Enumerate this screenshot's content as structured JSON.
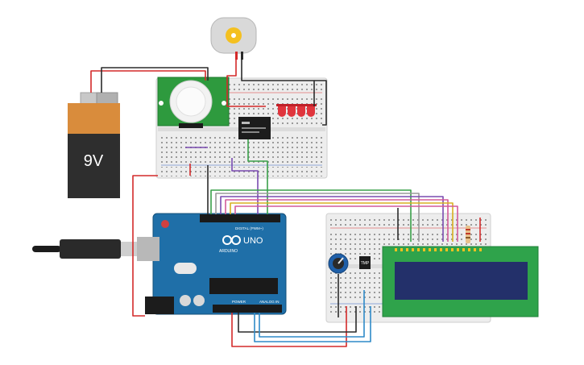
{
  "components": {
    "battery": {
      "label": "9V"
    },
    "arduino": {
      "model": "UNO",
      "brand": "ARDUINO",
      "digital_header": "DIGITAL (PWM~)",
      "power_header": "POWER",
      "analog_header": "ANALOG IN"
    },
    "pir": {
      "name": "PIR sensor"
    },
    "relay": {
      "name": "relay"
    },
    "motor": {
      "name": "DC motor"
    },
    "leds": {
      "name": "red LEDs",
      "count": 4
    },
    "potentiometer": {
      "name": "potentiometer"
    },
    "temp_sensor": {
      "name": "TMP",
      "label": "TMP"
    },
    "lcd": {
      "name": "LCD 16x2"
    }
  },
  "colors": {
    "board_blue": "#1f6fa8",
    "wire_red": "#d42a2a",
    "wire_black": "#2b2b2b",
    "wire_green": "#3aa04a",
    "wire_purple": "#7a4bb0",
    "wire_pink": "#d45a9a",
    "wire_yellow": "#d8b020",
    "wire_blue": "#2e8ac8",
    "wire_gray": "#9a9a9a",
    "lcd_body": "#2fa34b",
    "lcd_screen": "#23306a",
    "pir_green": "#2e9a3e",
    "battery_orange": "#d98c3c"
  }
}
